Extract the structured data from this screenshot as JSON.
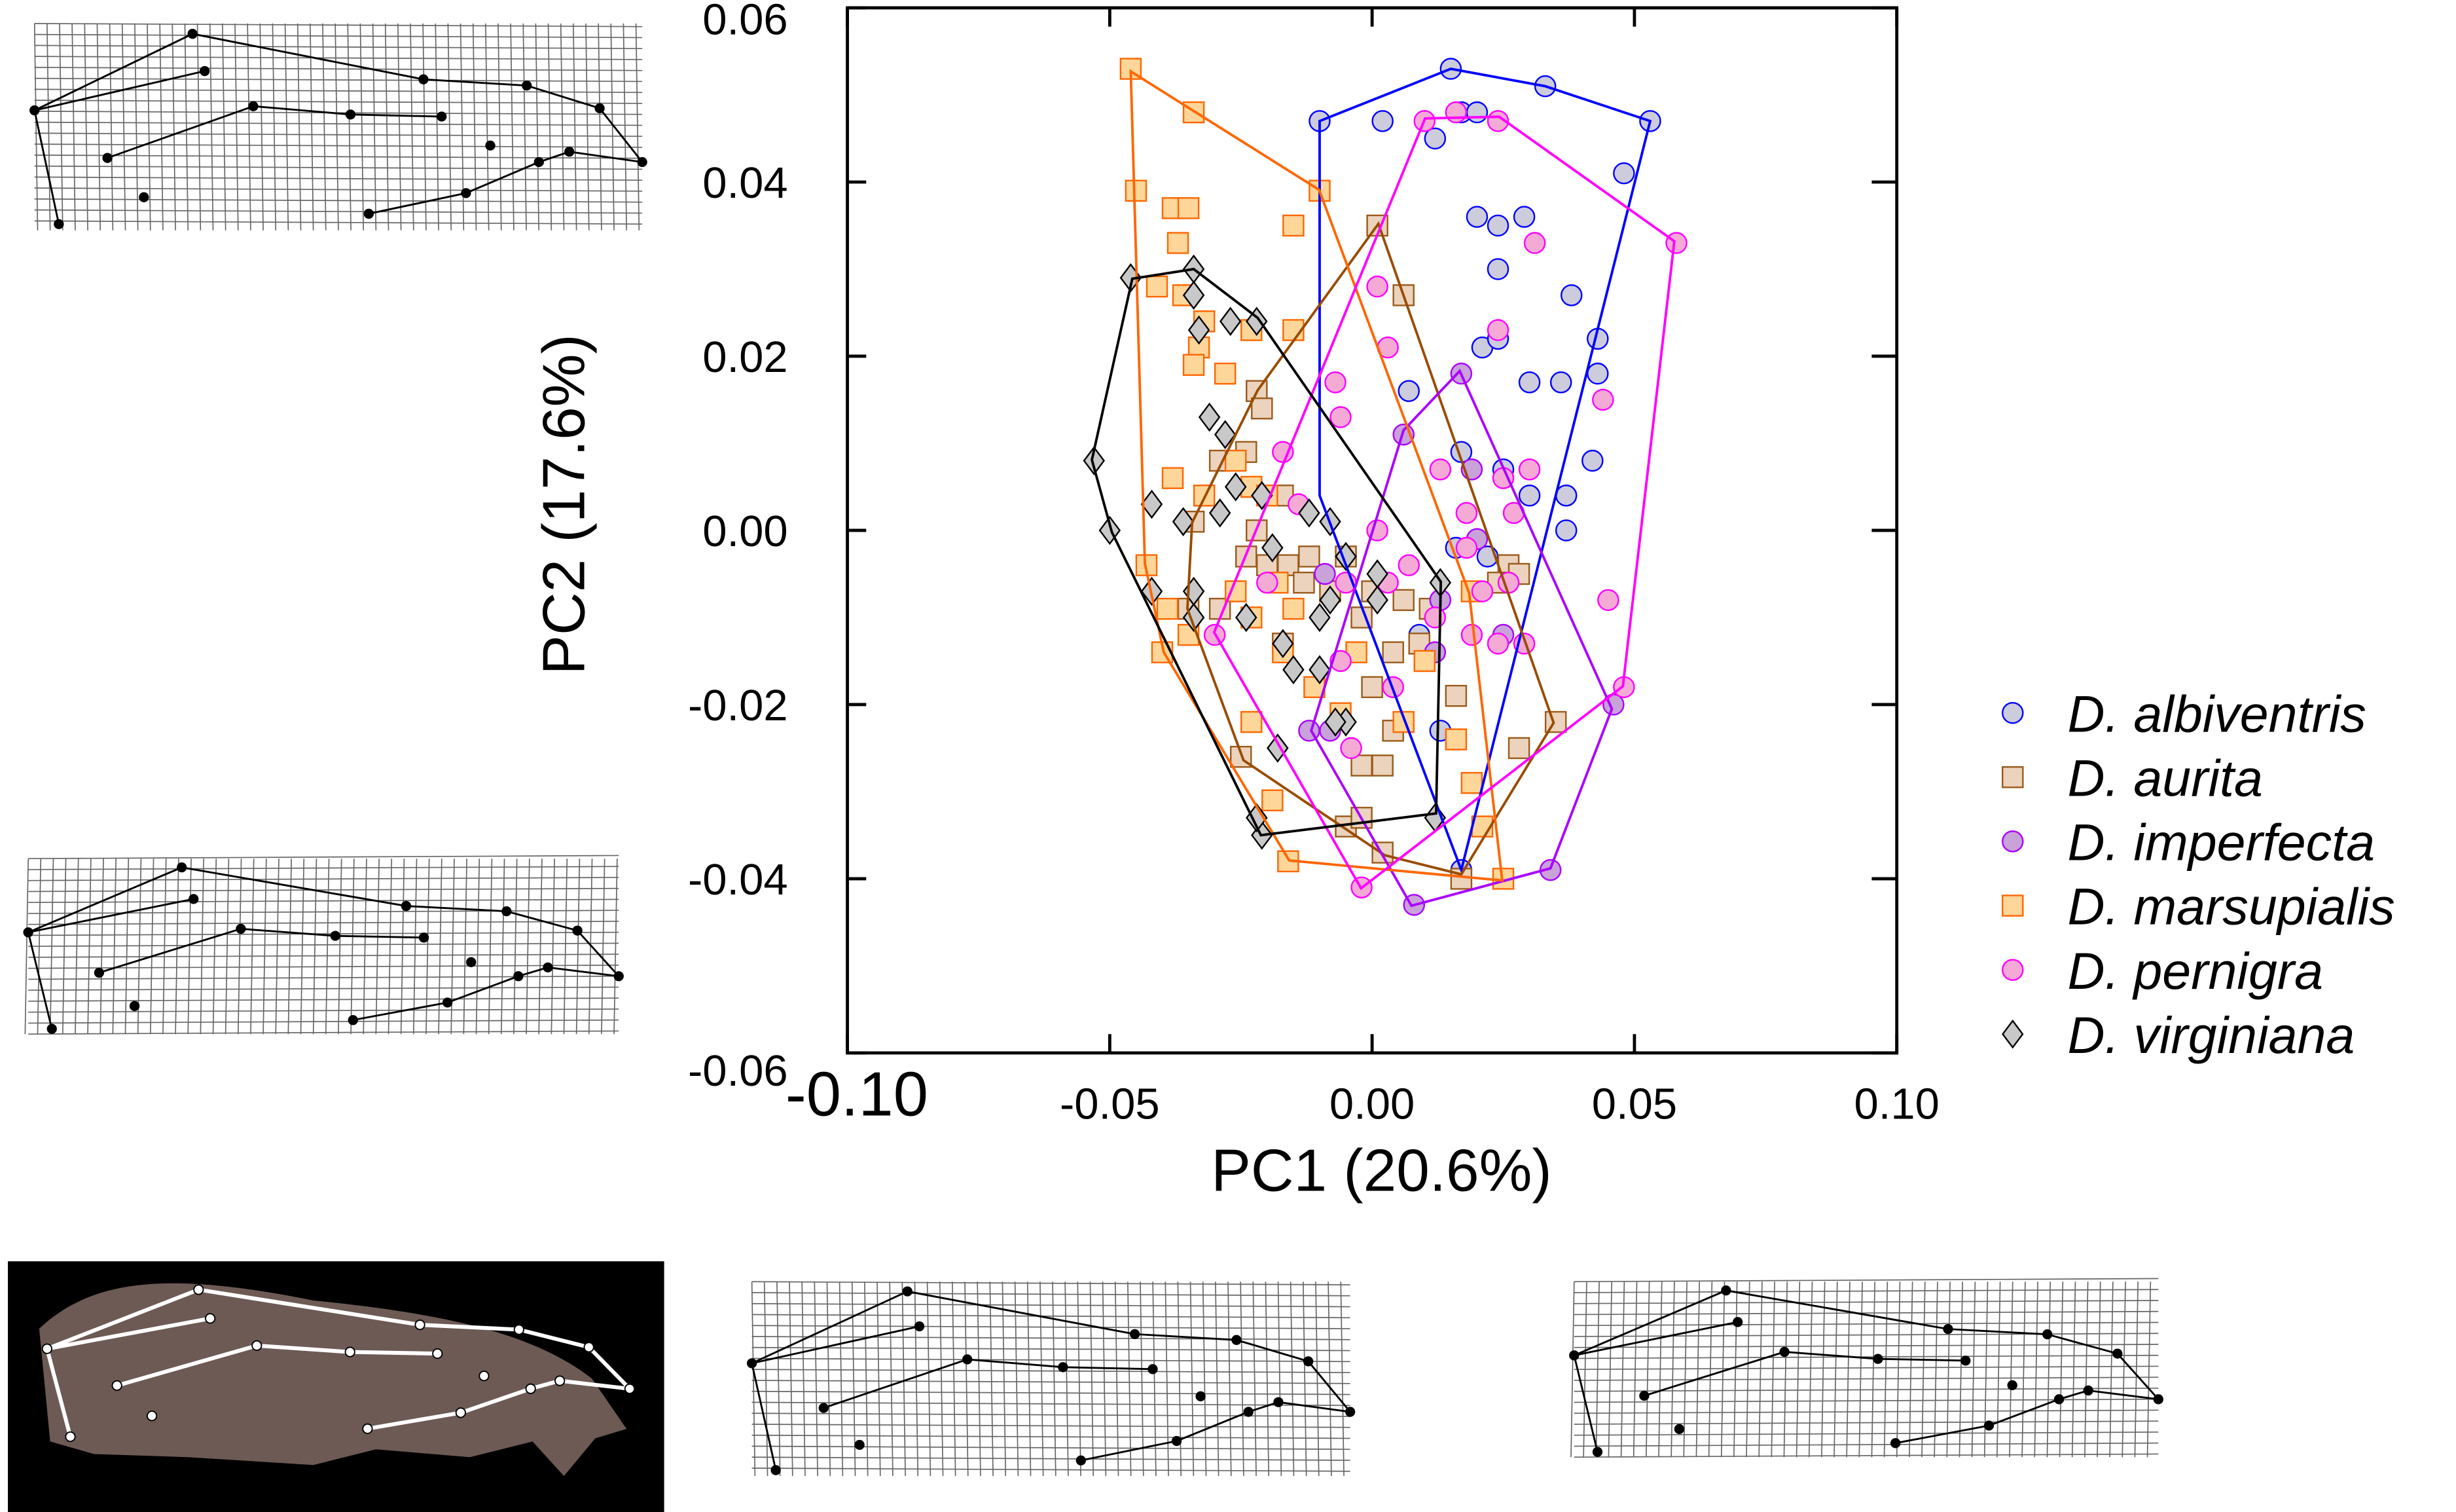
{
  "chart_data": {
    "type": "scatter",
    "title": "",
    "xlabel": "PC1 (20.6%)",
    "ylabel": "PC2 (17.6%)",
    "xlim": [
      -0.1,
      0.1
    ],
    "ylim": [
      -0.06,
      0.06
    ],
    "xticks": [
      -0.1,
      -0.05,
      0.0,
      0.05,
      0.1
    ],
    "xtick_labels": [
      "-0.10",
      "-0.05",
      "0.00",
      "0.05",
      "0.10"
    ],
    "yticks": [
      0.06,
      0.04,
      0.02,
      0.0,
      -0.02,
      -0.04,
      -0.06
    ],
    "ytick_labels": [
      "0.06",
      "0.04",
      "0.02",
      "0.00",
      "-0.02",
      "-0.04",
      "-0.06"
    ],
    "grid": false,
    "legend_position": "right",
    "series": [
      {
        "name": "D. albiventris",
        "marker": "circle",
        "fill": "#ccccdd",
        "stroke": "#0000ff",
        "hull": [
          [
            -0.01,
            0.047
          ],
          [
            0.015,
            0.053
          ],
          [
            0.033,
            0.051
          ],
          [
            0.053,
            0.047
          ],
          [
            0.017,
            -0.039
          ],
          [
            -0.01,
            0.004
          ]
        ],
        "points": [
          [
            -0.01,
            0.047
          ],
          [
            0.002,
            0.047
          ],
          [
            0.012,
            0.045
          ],
          [
            0.015,
            0.053
          ],
          [
            0.017,
            0.048
          ],
          [
            0.02,
            0.048
          ],
          [
            0.033,
            0.051
          ],
          [
            0.053,
            0.047
          ],
          [
            0.048,
            0.041
          ],
          [
            0.02,
            0.036
          ],
          [
            0.024,
            0.035
          ],
          [
            0.029,
            0.036
          ],
          [
            0.024,
            0.03
          ],
          [
            0.038,
            0.027
          ],
          [
            0.021,
            0.021
          ],
          [
            0.024,
            0.022
          ],
          [
            0.03,
            0.017
          ],
          [
            0.036,
            0.017
          ],
          [
            0.043,
            0.022
          ],
          [
            0.043,
            0.018
          ],
          [
            0.042,
            0.008
          ],
          [
            0.037,
            0.004
          ],
          [
            0.03,
            0.004
          ],
          [
            0.017,
            0.009
          ],
          [
            0.016,
            -0.002
          ],
          [
            0.022,
            -0.003
          ],
          [
            0.009,
            -0.012
          ],
          [
            0.013,
            -0.023
          ],
          [
            0.025,
            0.007
          ],
          [
            0.007,
            0.016
          ],
          [
            0.017,
            -0.039
          ],
          [
            0.037,
            0.0
          ]
        ]
      },
      {
        "name": "D. aurita",
        "marker": "square",
        "fill": "#ebd3bd",
        "stroke": "#9a5a1a",
        "hull": [
          [
            0.0012,
            0.0352
          ],
          [
            -0.0218,
            0.0161
          ],
          [
            -0.0343,
            0.0009
          ],
          [
            -0.0352,
            -0.009
          ],
          [
            -0.0245,
            -0.0264
          ],
          [
            0.0024,
            -0.0373
          ],
          [
            0.017,
            -0.0395
          ],
          [
            0.0346,
            -0.0221
          ]
        ],
        "points": [
          [
            0.001,
            0.035
          ],
          [
            0.006,
            0.027
          ],
          [
            -0.022,
            0.016
          ],
          [
            -0.029,
            0.008
          ],
          [
            -0.024,
            0.009
          ],
          [
            -0.034,
            0.001
          ],
          [
            -0.035,
            -0.009
          ],
          [
            -0.025,
            -0.026
          ],
          [
            0.002,
            -0.037
          ],
          [
            0.017,
            -0.04
          ],
          [
            0.035,
            -0.022
          ],
          [
            -0.021,
            0.014
          ],
          [
            -0.017,
            0.004
          ],
          [
            -0.022,
            0.0
          ],
          [
            -0.02,
            -0.004
          ],
          [
            -0.012,
            -0.003
          ],
          [
            -0.005,
            -0.003
          ],
          [
            -0.008,
            -0.007
          ],
          [
            -0.002,
            -0.01
          ],
          [
            0.006,
            -0.008
          ],
          [
            0.011,
            -0.009
          ],
          [
            0.009,
            -0.013
          ],
          [
            0.004,
            -0.014
          ],
          [
            0.0,
            -0.018
          ],
          [
            0.004,
            -0.023
          ],
          [
            -0.002,
            -0.027
          ],
          [
            0.002,
            -0.027
          ],
          [
            0.0,
            -0.007
          ],
          [
            0.026,
            -0.004
          ],
          [
            0.028,
            -0.005
          ],
          [
            0.024,
            -0.006
          ],
          [
            0.016,
            -0.019
          ],
          [
            0.028,
            -0.025
          ],
          [
            -0.029,
            -0.009
          ],
          [
            -0.024,
            -0.003
          ],
          [
            -0.016,
            -0.004
          ],
          [
            -0.005,
            -0.034
          ],
          [
            -0.002,
            -0.033
          ],
          [
            -0.013,
            -0.006
          ],
          [
            -0.017,
            -0.013
          ]
        ]
      },
      {
        "name": "D. imperfecta",
        "marker": "circle",
        "fill": "#c8a2d8",
        "stroke": "#aa00ff",
        "hull": [
          [
            0.0167,
            0.0183
          ],
          [
            0.006,
            0.0115
          ],
          [
            -0.0116,
            -0.023
          ],
          [
            0.0075,
            -0.0431
          ],
          [
            0.034,
            -0.0388
          ],
          [
            0.0457,
            -0.0205
          ]
        ],
        "points": [
          [
            0.017,
            0.018
          ],
          [
            0.006,
            0.011
          ],
          [
            -0.012,
            -0.023
          ],
          [
            0.008,
            -0.043
          ],
          [
            0.034,
            -0.039
          ],
          [
            0.046,
            -0.02
          ],
          [
            0.019,
            0.007
          ],
          [
            0.013,
            -0.008
          ],
          [
            0.02,
            -0.001
          ],
          [
            0.012,
            -0.014
          ],
          [
            -0.009,
            -0.005
          ],
          [
            -0.008,
            -0.023
          ],
          [
            0.025,
            -0.012
          ]
        ]
      },
      {
        "name": "D. marsupialis",
        "marker": "square",
        "fill": "#ffd699",
        "stroke": "#ff6600",
        "hull": [
          [
            -0.046,
            0.0527
          ],
          [
            -0.0101,
            0.0391
          ],
          [
            0.0185,
            -0.0072
          ],
          [
            0.0248,
            -0.0402
          ],
          [
            -0.0158,
            -0.0379
          ],
          [
            -0.0397,
            -0.014
          ],
          [
            -0.0433,
            -0.0038
          ]
        ],
        "points": [
          [
            -0.046,
            0.053
          ],
          [
            -0.034,
            0.048
          ],
          [
            -0.01,
            0.039
          ],
          [
            0.019,
            -0.007
          ],
          [
            0.025,
            -0.04
          ],
          [
            -0.016,
            -0.038
          ],
          [
            -0.04,
            -0.014
          ],
          [
            -0.043,
            -0.004
          ],
          [
            -0.045,
            0.039
          ],
          [
            -0.038,
            0.037
          ],
          [
            -0.035,
            0.037
          ],
          [
            -0.037,
            0.033
          ],
          [
            -0.015,
            0.035
          ],
          [
            -0.041,
            0.028
          ],
          [
            -0.036,
            0.027
          ],
          [
            -0.032,
            0.024
          ],
          [
            -0.033,
            0.021
          ],
          [
            -0.034,
            0.019
          ],
          [
            -0.028,
            0.018
          ],
          [
            -0.023,
            0.023
          ],
          [
            -0.015,
            0.023
          ],
          [
            -0.038,
            0.006
          ],
          [
            -0.026,
            0.008
          ],
          [
            -0.023,
            0.005
          ],
          [
            -0.02,
            0.004
          ],
          [
            -0.032,
            0.004
          ],
          [
            -0.026,
            -0.007
          ],
          [
            -0.023,
            -0.01
          ],
          [
            -0.018,
            -0.006
          ],
          [
            -0.015,
            -0.009
          ],
          [
            -0.017,
            -0.014
          ],
          [
            -0.011,
            -0.018
          ],
          [
            -0.035,
            -0.012
          ],
          [
            -0.039,
            -0.009
          ],
          [
            -0.023,
            -0.022
          ],
          [
            -0.019,
            -0.031
          ],
          [
            0.016,
            -0.024
          ],
          [
            0.019,
            -0.029
          ],
          [
            0.021,
            -0.034
          ],
          [
            -0.006,
            -0.021
          ],
          [
            0.006,
            -0.022
          ],
          [
            -0.003,
            -0.014
          ],
          [
            0.01,
            -0.015
          ]
        ]
      },
      {
        "name": "D. pernigra",
        "marker": "circle",
        "fill": "#f5aad6",
        "stroke": "#ff00ff",
        "hull": [
          [
            0.0101,
            0.0473
          ],
          [
            0.0242,
            0.0475
          ],
          [
            0.0576,
            0.0332
          ],
          [
            0.0478,
            -0.0179
          ],
          [
            -0.0021,
            -0.0411
          ],
          [
            -0.0301,
            -0.0117
          ]
        ],
        "points": [
          [
            0.01,
            0.047
          ],
          [
            0.024,
            0.047
          ],
          [
            0.016,
            0.048
          ],
          [
            0.058,
            0.033
          ],
          [
            0.048,
            -0.018
          ],
          [
            -0.002,
            -0.041
          ],
          [
            -0.03,
            -0.012
          ],
          [
            0.001,
            0.028
          ],
          [
            0.003,
            0.021
          ],
          [
            -0.007,
            0.017
          ],
          [
            -0.017,
            0.009
          ],
          [
            -0.006,
            0.013
          ],
          [
            0.031,
            0.033
          ],
          [
            0.024,
            0.023
          ],
          [
            0.044,
            0.015
          ],
          [
            0.013,
            0.007
          ],
          [
            0.018,
            0.002
          ],
          [
            0.025,
            0.006
          ],
          [
            0.027,
            0.002
          ],
          [
            0.03,
            0.007
          ],
          [
            0.021,
            -0.007
          ],
          [
            0.026,
            -0.006
          ],
          [
            0.018,
            -0.002
          ],
          [
            0.024,
            -0.013
          ],
          [
            0.029,
            -0.013
          ],
          [
            0.045,
            -0.008
          ],
          [
            0.001,
            0.0
          ],
          [
            0.007,
            -0.004
          ],
          [
            0.003,
            -0.006
          ],
          [
            -0.005,
            -0.006
          ],
          [
            -0.006,
            -0.015
          ],
          [
            -0.004,
            -0.025
          ],
          [
            0.019,
            -0.012
          ],
          [
            0.012,
            -0.01
          ],
          [
            -0.02,
            -0.006
          ],
          [
            -0.014,
            0.003
          ],
          [
            0.004,
            -0.018
          ]
        ]
      },
      {
        "name": "D. virginiana",
        "marker": "diamond",
        "fill": "#c8c8c8",
        "stroke": "#000000",
        "hull": [
          [
            -0.0457,
            0.0289
          ],
          [
            -0.034,
            0.03
          ],
          [
            -0.0218,
            0.0244
          ],
          [
            0.0131,
            -0.0059
          ],
          [
            0.0122,
            -0.0325
          ],
          [
            -0.0212,
            -0.035
          ],
          [
            -0.0496,
            -0.0002
          ],
          [
            -0.0534,
            0.0081
          ]
        ],
        "points": [
          [
            -0.046,
            0.029
          ],
          [
            -0.034,
            0.03
          ],
          [
            -0.022,
            0.024
          ],
          [
            0.013,
            -0.006
          ],
          [
            0.012,
            -0.033
          ],
          [
            -0.021,
            -0.035
          ],
          [
            -0.05,
            0.0
          ],
          [
            -0.053,
            0.008
          ],
          [
            -0.034,
            0.027
          ],
          [
            -0.033,
            0.023
          ],
          [
            -0.027,
            0.024
          ],
          [
            -0.031,
            0.013
          ],
          [
            -0.028,
            0.011
          ],
          [
            -0.042,
            0.003
          ],
          [
            -0.042,
            -0.007
          ],
          [
            -0.026,
            0.005
          ],
          [
            -0.021,
            0.004
          ],
          [
            -0.029,
            0.002
          ],
          [
            -0.012,
            0.002
          ],
          [
            -0.008,
            0.001
          ],
          [
            -0.005,
            -0.003
          ],
          [
            -0.019,
            -0.002
          ],
          [
            -0.008,
            -0.008
          ],
          [
            -0.01,
            -0.01
          ],
          [
            -0.017,
            -0.013
          ],
          [
            -0.015,
            -0.016
          ],
          [
            -0.01,
            -0.016
          ],
          [
            0.001,
            -0.005
          ],
          [
            0.001,
            -0.008
          ],
          [
            -0.005,
            -0.022
          ],
          [
            -0.007,
            -0.022
          ],
          [
            -0.018,
            -0.025
          ],
          [
            -0.034,
            -0.01
          ],
          [
            -0.024,
            -0.01
          ],
          [
            -0.022,
            -0.033
          ],
          [
            -0.036,
            0.001
          ],
          [
            -0.034,
            -0.007
          ]
        ]
      }
    ]
  },
  "hull_colors": {
    "D. albiventris": "#0000ff",
    "D. aurita": "#994c00",
    "D. imperfecta": "#aa00ff",
    "D. marsupialis": "#ff6600",
    "D. pernigra": "#ff00ff",
    "D. virginiana": "#000000"
  }
}
